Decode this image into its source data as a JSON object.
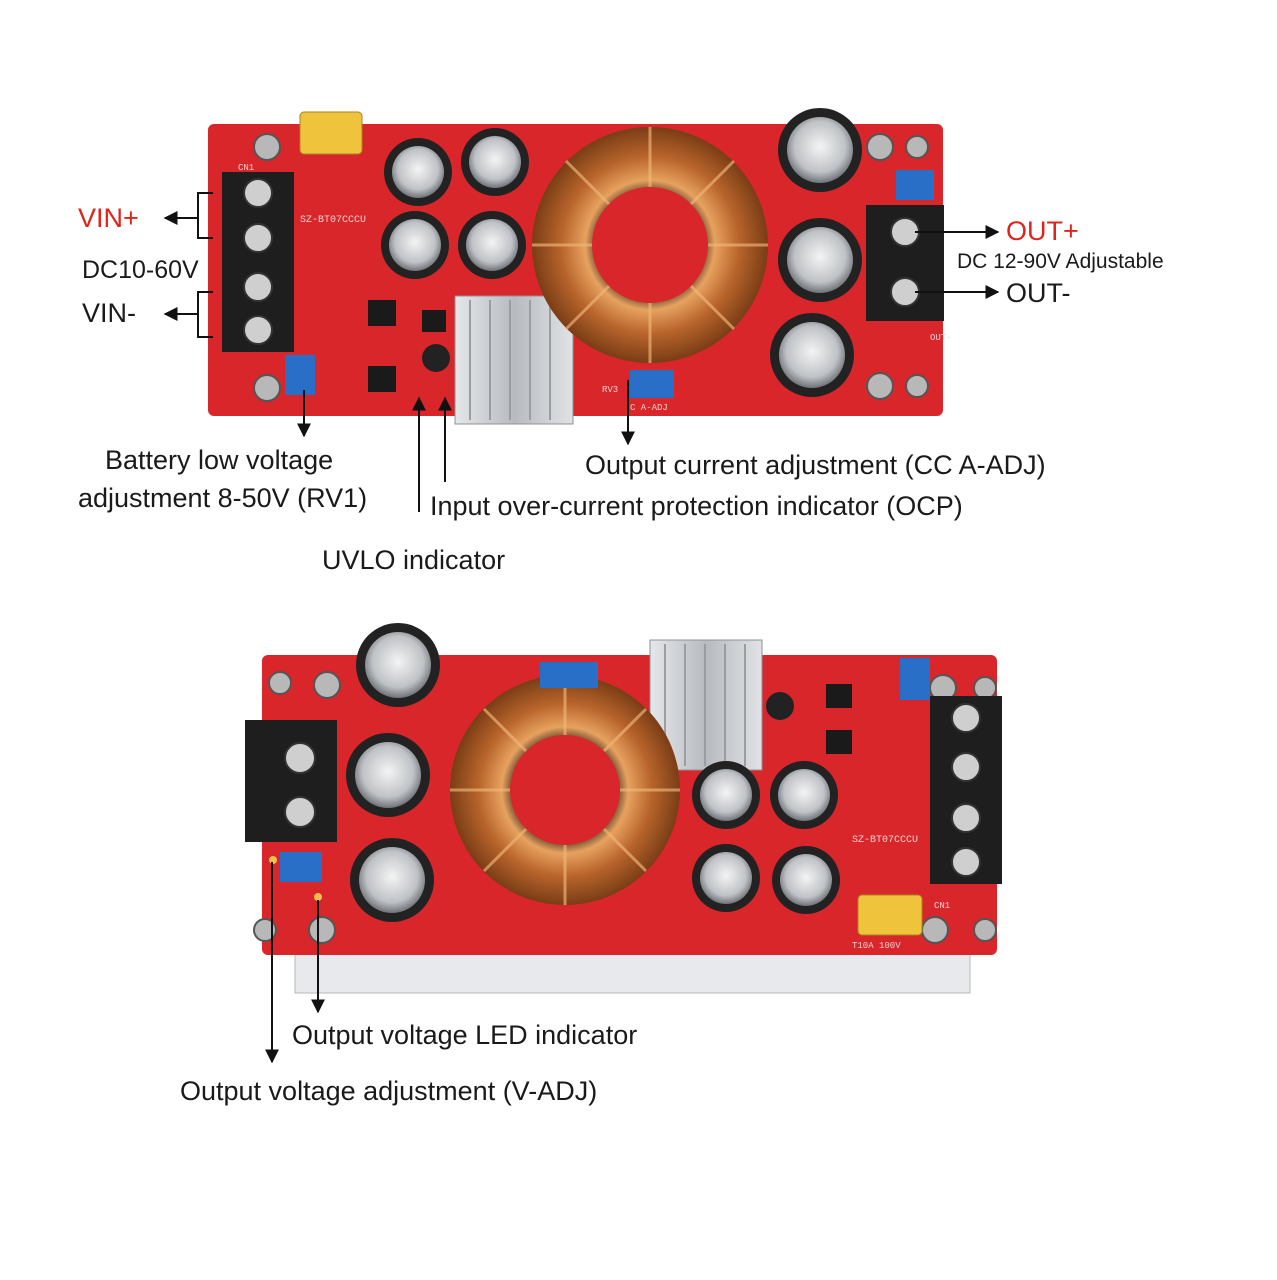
{
  "colors": {
    "pcb": "#d8262b",
    "pcb_dark": "#a8161a",
    "accent_red": "#e0241b",
    "copper": "#c8733a",
    "terminal": "#1e1e1e",
    "heatsink": "#c9ccd0",
    "trimmer": "#2a6fc7",
    "fuse": "#f0c33c"
  },
  "top_board": {
    "silkscreen": {
      "model": "SZ-BT07CCCU",
      "cn1": "CN1",
      "rv3": "RV3",
      "cc_aadj": "C  A-ADJ",
      "out_minus": "OUT-"
    },
    "labels": {
      "vin_plus": "VIN+",
      "dc_in": "DC10-60V",
      "vin_minus": "VIN-",
      "out_plus": "OUT+",
      "dc_out": "DC 12-90V Adjustable",
      "out_minus": "OUT-",
      "battery_low_line1": "Battery low voltage",
      "battery_low_line2": "adjustment 8-50V (RV1)",
      "current_adj": "Output current adjustment (CC A-ADJ)",
      "ocp": "Input over-current protection indicator (OCP)",
      "uvlo": "UVLO indicator"
    }
  },
  "bottom_board": {
    "silkscreen": {
      "model": "SZ-BT07CCCU",
      "fuse": "T10A 100V",
      "cn1": "CN1"
    },
    "labels": {
      "led_indicator": "Output voltage LED indicator",
      "v_adj": "Output voltage adjustment (V-ADJ)"
    }
  },
  "icons": [
    "arrow-left-icon",
    "arrow-right-icon",
    "arrow-down-icon",
    "arrow-up-icon"
  ]
}
